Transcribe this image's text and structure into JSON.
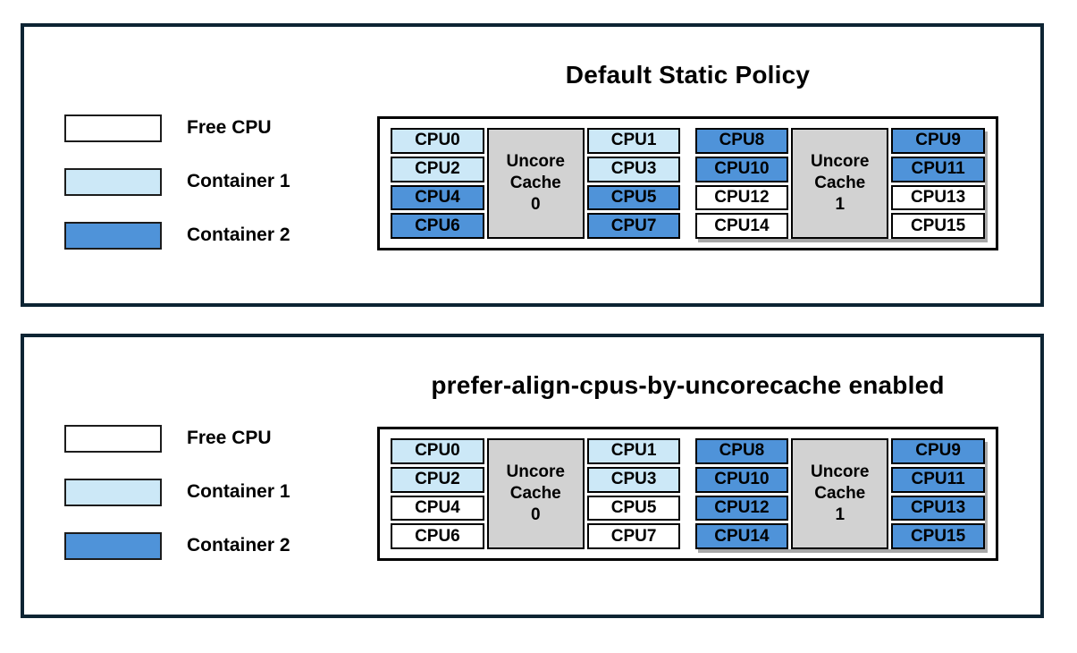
{
  "colors": {
    "free_cpu": "#ffffff",
    "container_1": "#cce8f7",
    "container_2": "#4f93d9",
    "uncore_cache": "#d2d2d2",
    "panel_border": "#0d2433"
  },
  "legend": {
    "items": [
      {
        "label": "Free CPU",
        "alloc": "free_cpu"
      },
      {
        "label": "Container 1",
        "alloc": "container_1"
      },
      {
        "label": "Container 2",
        "alloc": "container_2"
      }
    ]
  },
  "panels": [
    {
      "title": "Default Static Policy",
      "groups": [
        {
          "cache": [
            "Uncore",
            "Cache",
            "0"
          ],
          "left": [
            {
              "label": "CPU0",
              "alloc": "container_1"
            },
            {
              "label": "CPU2",
              "alloc": "container_1"
            },
            {
              "label": "CPU4",
              "alloc": "container_2"
            },
            {
              "label": "CPU6",
              "alloc": "container_2"
            }
          ],
          "right": [
            {
              "label": "CPU1",
              "alloc": "container_1"
            },
            {
              "label": "CPU3",
              "alloc": "container_1"
            },
            {
              "label": "CPU5",
              "alloc": "container_2"
            },
            {
              "label": "CPU7",
              "alloc": "container_2"
            }
          ]
        },
        {
          "cache": [
            "Uncore",
            "Cache",
            "1"
          ],
          "left": [
            {
              "label": "CPU8",
              "alloc": "container_2"
            },
            {
              "label": "CPU10",
              "alloc": "container_2"
            },
            {
              "label": "CPU12",
              "alloc": "free_cpu"
            },
            {
              "label": "CPU14",
              "alloc": "free_cpu"
            }
          ],
          "right": [
            {
              "label": "CPU9",
              "alloc": "container_2"
            },
            {
              "label": "CPU11",
              "alloc": "container_2"
            },
            {
              "label": "CPU13",
              "alloc": "free_cpu"
            },
            {
              "label": "CPU15",
              "alloc": "free_cpu"
            }
          ]
        }
      ]
    },
    {
      "title": "prefer-align-cpus-by-uncorecache enabled",
      "groups": [
        {
          "cache": [
            "Uncore",
            "Cache",
            "0"
          ],
          "left": [
            {
              "label": "CPU0",
              "alloc": "container_1"
            },
            {
              "label": "CPU2",
              "alloc": "container_1"
            },
            {
              "label": "CPU4",
              "alloc": "free_cpu"
            },
            {
              "label": "CPU6",
              "alloc": "free_cpu"
            }
          ],
          "right": [
            {
              "label": "CPU1",
              "alloc": "container_1"
            },
            {
              "label": "CPU3",
              "alloc": "container_1"
            },
            {
              "label": "CPU5",
              "alloc": "free_cpu"
            },
            {
              "label": "CPU7",
              "alloc": "free_cpu"
            }
          ]
        },
        {
          "cache": [
            "Uncore",
            "Cache",
            "1"
          ],
          "left": [
            {
              "label": "CPU8",
              "alloc": "container_2"
            },
            {
              "label": "CPU10",
              "alloc": "container_2"
            },
            {
              "label": "CPU12",
              "alloc": "container_2"
            },
            {
              "label": "CPU14",
              "alloc": "container_2"
            }
          ],
          "right": [
            {
              "label": "CPU9",
              "alloc": "container_2"
            },
            {
              "label": "CPU11",
              "alloc": "container_2"
            },
            {
              "label": "CPU13",
              "alloc": "container_2"
            },
            {
              "label": "CPU15",
              "alloc": "container_2"
            }
          ]
        }
      ]
    }
  ]
}
